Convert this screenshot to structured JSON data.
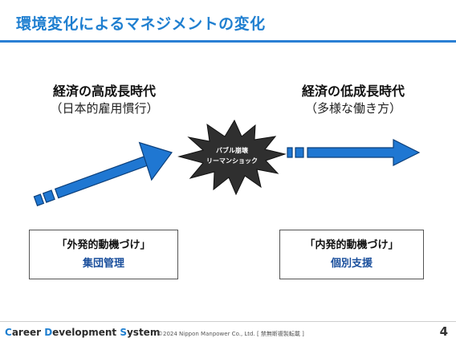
{
  "slide": {
    "title": "環境変化によるマネジメントの変化",
    "left_era": {
      "heading": "経済の高成長時代",
      "subheading": "（日本的雇用慣行）"
    },
    "right_era": {
      "heading": "経済の低成長時代",
      "subheading": "（多様な働き方）"
    },
    "burst": {
      "line1": "バブル崩壊",
      "line2": "リーマンショック"
    },
    "left_box": {
      "line1": "「外発的動機づけ」",
      "line2": "集団管理"
    },
    "right_box": {
      "line1": "「内発的動機づけ」",
      "line2": "個別支援"
    }
  },
  "footer": {
    "brand_C": "C",
    "brand_areer": "areer ",
    "brand_D": "D",
    "brand_evelopment": "evelopment ",
    "brand_S": "S",
    "brand_ystem": "ystem",
    "copyright": "©2024 Nippon Manpower Co., Ltd. [ 禁無断複製転載 ]",
    "page_number": "4"
  },
  "colors": {
    "accent": "#1f7fd0",
    "arrow_fill": "#1f77d2",
    "arrow_stroke": "#0c3f7a",
    "burst_fill": "#2f2f2f"
  },
  "icons": {
    "left_arrow": "rising-arrow",
    "right_arrow": "horizontal-arrow",
    "burst": "explosion-burst"
  }
}
